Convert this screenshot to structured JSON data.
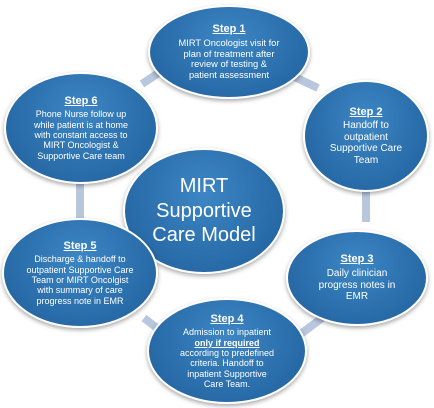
{
  "center": {
    "line1": "MIRT",
    "line2": "Supportive",
    "line3": "Care Model"
  },
  "steps": [
    {
      "title": "Step 1",
      "lines": [
        "MIRT Oncologist visit for",
        "plan of treatment after",
        "review of testing &",
        "patient assessment"
      ]
    },
    {
      "title": "Step 2",
      "lines": [
        "Handoff to",
        "outpatient",
        "Supportive Care",
        "Team"
      ]
    },
    {
      "title": "Step 3",
      "lines": [
        "Daily clinician",
        "progress notes in",
        "EMR"
      ]
    },
    {
      "title": "Step 4",
      "line1": "Admission to inpatient",
      "emphasis": "only if required",
      "lines": [
        "according to predefined",
        "criteria. Handoff to",
        "inpatient Supportive",
        "Care Team."
      ]
    },
    {
      "title": "Step 5",
      "lines": [
        "Discharge & handoff to",
        "outpatient Supportive Care",
        "Team or MIRT Oncolgist",
        "with summary of care",
        "progress note in EMR"
      ]
    },
    {
      "title": "Step 6",
      "lines": [
        "Phone Nurse follow up",
        "while patient is at home",
        "with constant access to",
        "MIRT Oncologist &",
        "Supportive Care team"
      ]
    }
  ],
  "colors": {
    "node_fill": "#2a6eab",
    "connector": "#b8c6de",
    "text": "#ffffff"
  }
}
